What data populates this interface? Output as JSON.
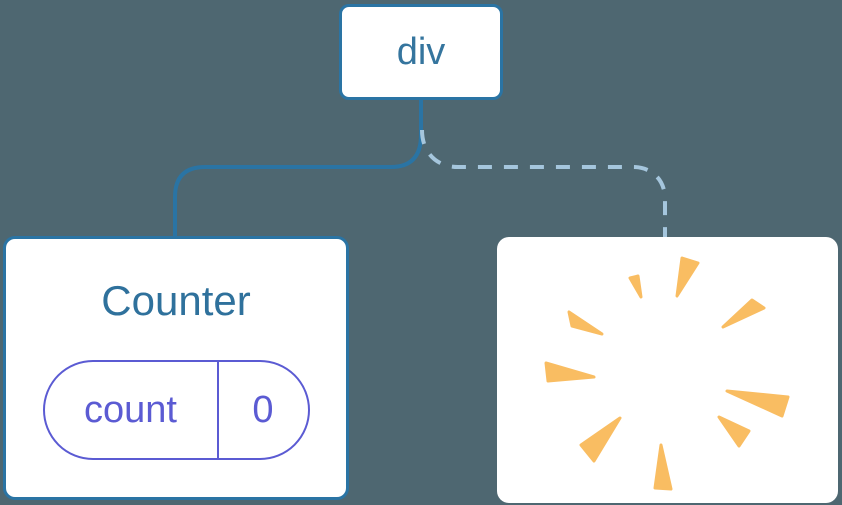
{
  "tree": {
    "root": {
      "label": "div"
    },
    "children": [
      {
        "type": "component",
        "title": "Counter",
        "connector": "solid",
        "state": {
          "key": "count",
          "value": "0"
        }
      },
      {
        "type": "removed",
        "connector": "dashed",
        "icon": "poof-starburst"
      }
    ]
  },
  "colors": {
    "background": "#4e6771",
    "node_fill": "#ffffff",
    "node_border": "#2a74a4",
    "root_text": "#35759e",
    "title_text": "#2f719c",
    "solid_connector": "#2a74a4",
    "dashed_connector": "#a5c6dd",
    "state_badge": "#5b5bd3",
    "burst": "#f9bd62"
  }
}
